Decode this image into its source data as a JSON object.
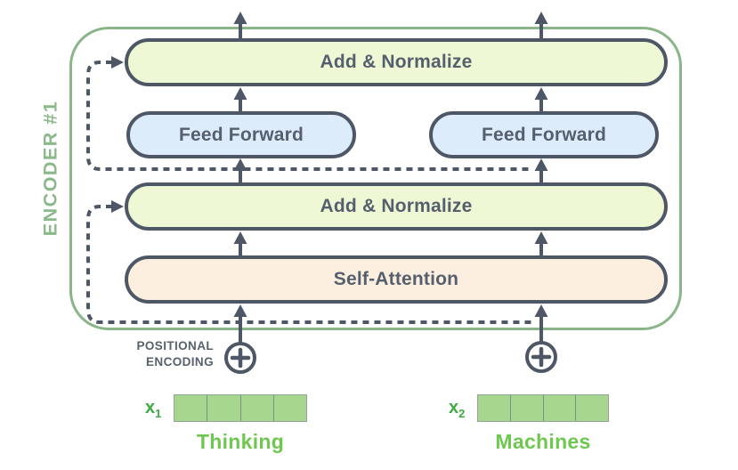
{
  "encoder": {
    "label": "ENCODER #1"
  },
  "blocks": {
    "add_normalize_top": "Add & Normalize",
    "feed_forward_left": "Feed Forward",
    "feed_forward_right": "Feed Forward",
    "add_normalize_middle": "Add & Normalize",
    "self_attention": "Self-Attention"
  },
  "positional_encoding": {
    "line1": "POSITIONAL",
    "line2": "ENCODING",
    "symbol": "plus-in-circle"
  },
  "inputs": [
    {
      "name": "x",
      "sub": "1",
      "word": "Thinking",
      "cells": 4
    },
    {
      "name": "x",
      "sub": "2",
      "word": "Machines",
      "cells": 4
    }
  ],
  "colors": {
    "outline_green": "#89b588",
    "label_green": "#8cb98a",
    "slate": "#4e5765",
    "block_text": "#555f6d",
    "add_normalize_fill": "#eef8d4",
    "feed_forward_fill": "#ddecfb",
    "self_attention_fill": "#fcefdf",
    "vector_fill": "#a7d68f",
    "x_label_green": "#3cab40",
    "word_green": "#6ec84f"
  }
}
